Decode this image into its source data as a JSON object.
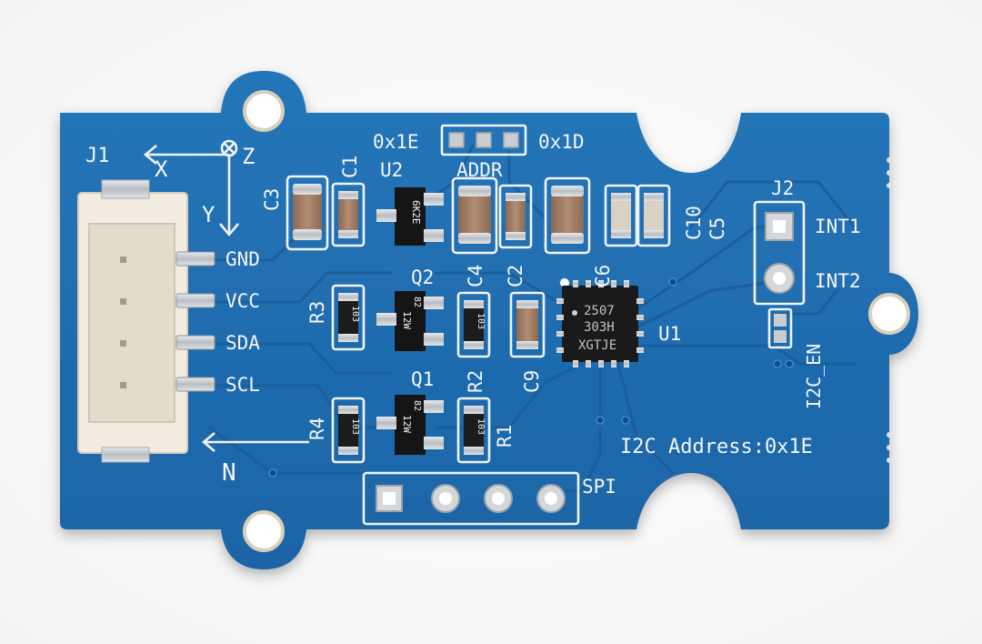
{
  "board": {
    "connector_label": "J1",
    "axis": {
      "x": "X",
      "y": "Y",
      "z": "Z",
      "north": "N"
    },
    "pins": [
      "GND",
      "VCC",
      "SDA",
      "SCL"
    ],
    "address_jumper": {
      "left": "0x1E",
      "right": "0x1D",
      "label": "ADDR"
    },
    "components": {
      "u2": "U2",
      "u1": "U1",
      "q1": "Q1",
      "q2": "Q2",
      "c1": "C1",
      "c2": "C2",
      "c3": "C3",
      "c4": "C4",
      "c5": "C5",
      "c6": "C6",
      "c9": "C9",
      "c10": "C10",
      "r1": "R1",
      "r2": "R2",
      "r3": "R3",
      "r4": "R4"
    },
    "header_j2": {
      "label": "J2",
      "int1": "INT1",
      "int2": "INT2"
    },
    "i2c_en": "I2C_EN",
    "address_note": "I2C Address:0x1E",
    "spi": "SPI",
    "chip_marking": [
      "2507",
      "303H",
      "XGTJE"
    ],
    "transistor_marking": "12W",
    "transistor_marking_top": "82",
    "u2_marking": "6K2E",
    "resistor_marking": "103",
    "colors": {
      "pcb": "#1f6cb0",
      "silkscreen": "#f1f3f5",
      "connector": "#f2ece1",
      "pad": "#c9ccd0"
    }
  }
}
